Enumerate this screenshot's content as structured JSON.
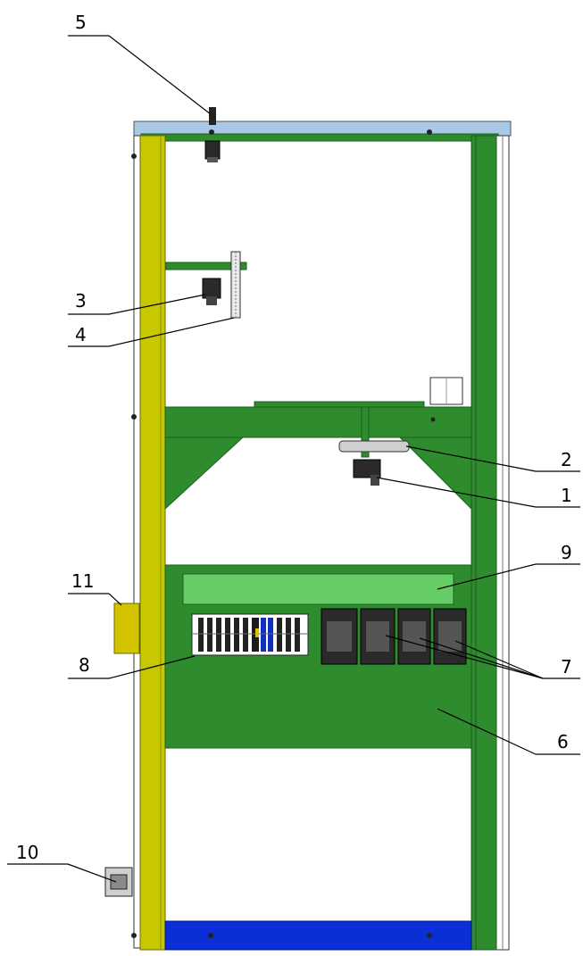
{
  "diagram": {
    "colors": {
      "frame_green": "#2e8b2e",
      "frame_dark": "#1f5f1f",
      "left_post": "#c8c800",
      "top_plate": "#a9c8e6",
      "bottom_plate": "#0b2fd6",
      "light_green_bar": "#66cc66",
      "side_box": "#d4c400"
    },
    "callouts": [
      {
        "id": "5",
        "label": "5"
      },
      {
        "id": "3",
        "label": "3"
      },
      {
        "id": "4",
        "label": "4"
      },
      {
        "id": "2",
        "label": "2"
      },
      {
        "id": "1",
        "label": "1"
      },
      {
        "id": "9",
        "label": "9"
      },
      {
        "id": "11",
        "label": "11"
      },
      {
        "id": "8",
        "label": "8"
      },
      {
        "id": "7",
        "label": "7"
      },
      {
        "id": "6",
        "label": "6"
      },
      {
        "id": "10",
        "label": "10"
      }
    ]
  }
}
